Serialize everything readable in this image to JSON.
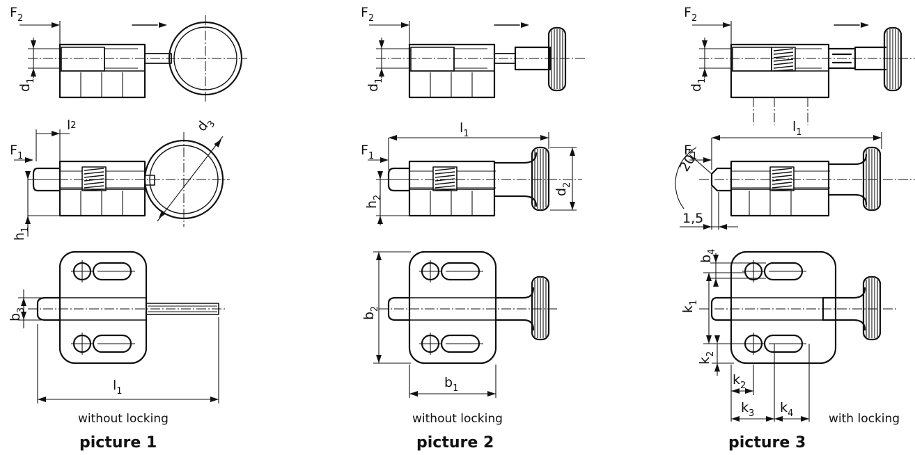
{
  "pictures": [
    {
      "title": "picture 1",
      "caption": "without locking",
      "labels": {
        "F2": [
          "F",
          "2"
        ],
        "d1": [
          "d",
          "1"
        ],
        "l2": [
          "l",
          "2"
        ],
        "F1": [
          "F",
          "1"
        ],
        "d3": [
          "d",
          "3"
        ],
        "h1": [
          "h",
          "1"
        ],
        "b3": [
          "b",
          "3"
        ],
        "l1": [
          "l",
          "1"
        ]
      }
    },
    {
      "title": "picture 2",
      "caption": "without locking",
      "labels": {
        "F2": [
          "F",
          "2"
        ],
        "d1": [
          "d",
          "1"
        ],
        "l1": [
          "l",
          "1"
        ],
        "F1": [
          "F",
          "1"
        ],
        "h2": [
          "h",
          "2"
        ],
        "d2": [
          "d",
          "2"
        ],
        "b2": [
          "b",
          "2"
        ],
        "b1": [
          "b",
          "1"
        ]
      }
    },
    {
      "title": "picture 3",
      "caption": "with locking",
      "labels": {
        "F2": [
          "F",
          "2"
        ],
        "d1": [
          "d",
          "1"
        ],
        "F1": [
          "F",
          "1"
        ],
        "l1": [
          "l",
          "1"
        ],
        "angle": "20°",
        "chamfer": "1,5",
        "b4": [
          "b",
          "4"
        ],
        "k1": [
          "k",
          "1"
        ],
        "k2": [
          "k",
          "2"
        ],
        "k3": [
          "k",
          "3"
        ],
        "k4": [
          "k",
          "4"
        ]
      }
    }
  ]
}
